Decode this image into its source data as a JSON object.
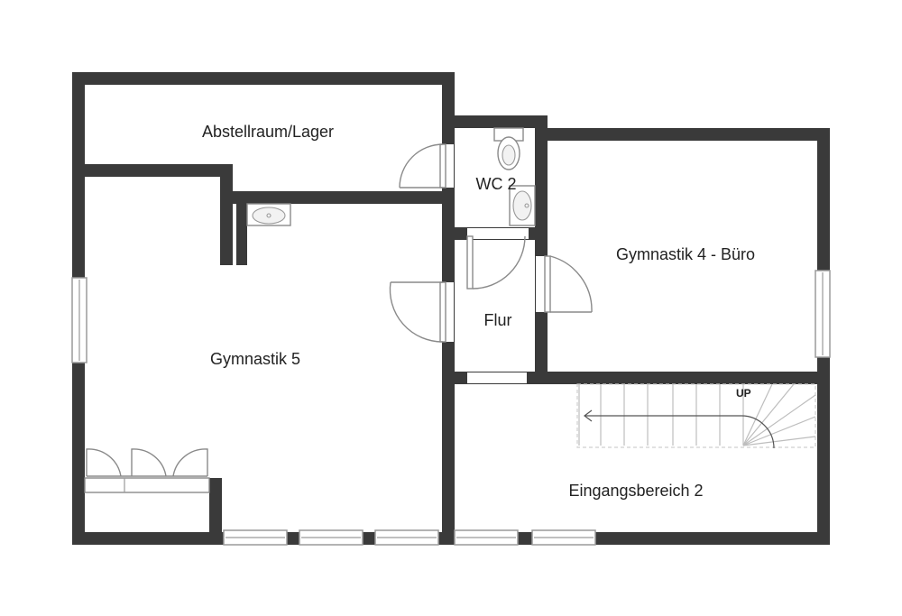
{
  "plan": {
    "rooms": {
      "abstellraum": "Abstellraum/Lager",
      "wc2": "WC 2",
      "gymnastik4": "Gymnastik 4 - Büro",
      "flur": "Flur",
      "gymnastik5": "Gymnastik 5",
      "eingang2": "Eingangsbereich 2"
    },
    "stairs": {
      "direction_label": "UP"
    },
    "colors": {
      "wall": "#3a3a3a",
      "fixture_stroke": "#8a8a8a",
      "background": "#ffffff"
    }
  }
}
